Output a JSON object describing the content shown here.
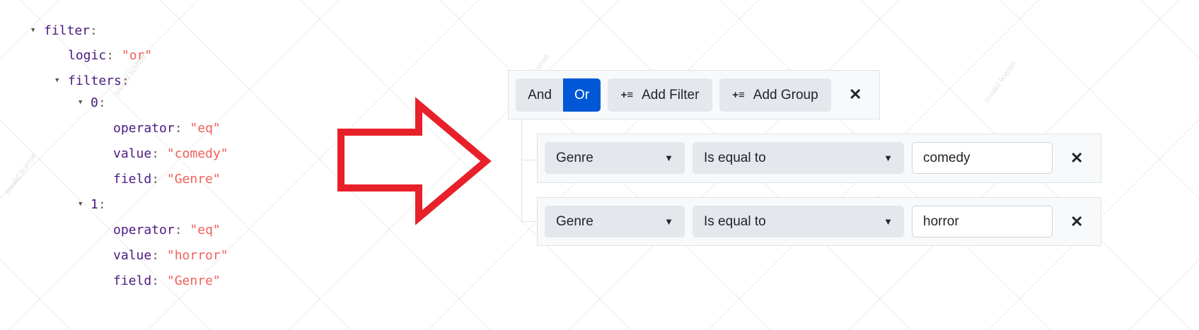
{
  "watermark": "Invalid license",
  "json_tree": {
    "filter_key": "filter",
    "logic_key": "logic",
    "logic_value": "\"or\"",
    "filters_key": "filters",
    "items": [
      {
        "index": "0",
        "operator": "\"eq\"",
        "value": "\"comedy\"",
        "field": "\"Genre\""
      },
      {
        "index": "1",
        "operator": "\"eq\"",
        "value": "\"horror\"",
        "field": "\"Genre\""
      }
    ],
    "operator_key": "operator",
    "value_key": "value",
    "field_key": "field"
  },
  "colors": {
    "arrow": "#e8202a",
    "accent": "#0058d6"
  },
  "toolbar": {
    "and_label": "And",
    "or_label": "Or",
    "active_logic": "Or",
    "add_filter_label": "Add Filter",
    "add_group_label": "Add Group",
    "close": "✕"
  },
  "rows": [
    {
      "field": "Genre",
      "operator": "Is equal to",
      "value": "comedy",
      "remove": "✕"
    },
    {
      "field": "Genre",
      "operator": "Is equal to",
      "value": "horror",
      "remove": "✕"
    }
  ]
}
